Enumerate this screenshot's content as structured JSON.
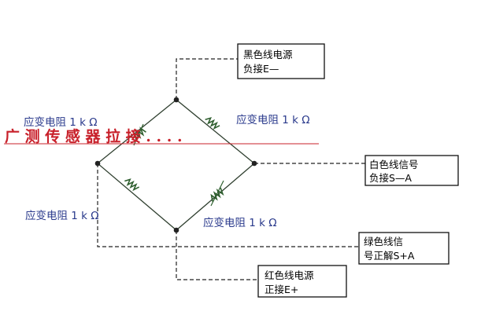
{
  "resistors": {
    "top_left": "应变电阻 1 k Ω",
    "top_right": "应变电阻 1 k Ω",
    "bottom_left": "应变电阻 1 k Ω",
    "bottom_right": "应变电阻 1 k Ω"
  },
  "wires": {
    "black": {
      "line1": "黑色线电源",
      "line2": "负接E—"
    },
    "white": {
      "line1": "白色线信号",
      "line2": "负接S—A"
    },
    "green": {
      "line1": "绿色线信",
      "line2": "号正解S+A"
    },
    "red": {
      "line1": "红色线电源",
      "line2": "正接E+"
    }
  },
  "watermark": "广 测 传 感 器 拉 接 . . . .",
  "colors": {
    "line": "#2f3f2f",
    "label": "#2a3a8c",
    "watermark": "#c8202a",
    "resistor": "#2f5f2f"
  }
}
